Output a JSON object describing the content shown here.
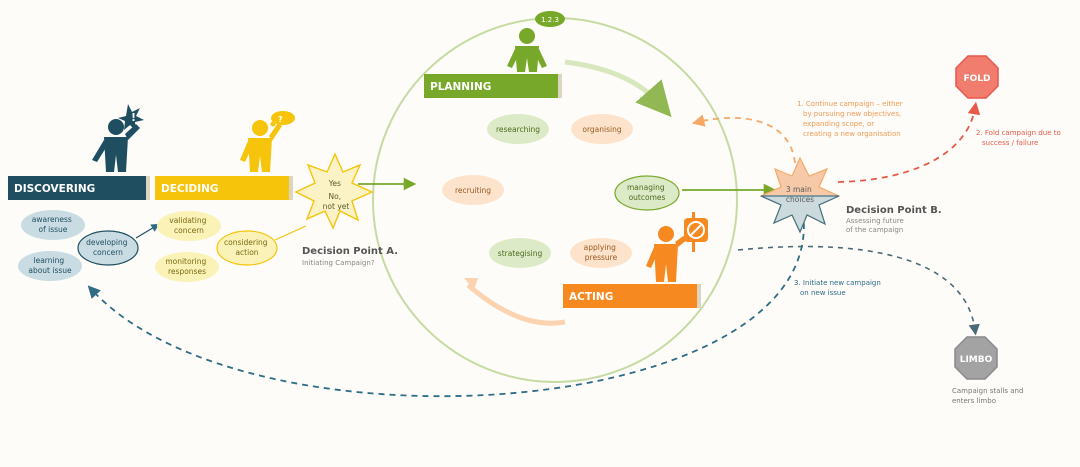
{
  "stages": {
    "discovering": "DISCOVERING",
    "deciding": "DECIDING",
    "planning": "PLANNING",
    "acting": "ACTING"
  },
  "discovering_items": {
    "awareness": [
      "awareness",
      "of issue"
    ],
    "learning": [
      "learning",
      "about issue"
    ],
    "developing": [
      "developing",
      "concern"
    ]
  },
  "deciding_items": {
    "validating": [
      "validating",
      "concern"
    ],
    "monitoring": [
      "monitoring",
      "responses"
    ],
    "considering": [
      "considering",
      "action"
    ]
  },
  "cycle_items": {
    "researching": "researching",
    "organising": "organising",
    "recruiting": "recruiting",
    "managing": [
      "managing",
      "outcomes"
    ],
    "strategising": "strategising",
    "applying": [
      "applying",
      "pressure"
    ]
  },
  "planning_badge": "1.2.3",
  "decision_a": {
    "star_lines": [
      "Yes",
      "No,",
      "not yet"
    ],
    "title": "Decision Point A.",
    "subtitle": "Initiating Campaign?"
  },
  "decision_b": {
    "star_lines": [
      "3 main",
      "choices"
    ],
    "title": "Decision Point B.",
    "subtitle": [
      "Assessing future",
      "of the campaign"
    ]
  },
  "choices": {
    "continue": [
      "1. Continue campaign – either",
      "by pursuing new objectives,",
      "expanding scope, or",
      "creating a new organisation"
    ],
    "fold": [
      "2. Fold campaign due to",
      "success / failure"
    ],
    "new_issue": [
      "3. Initiate new campaign",
      "on new issue"
    ]
  },
  "fold": {
    "label": "FOLD"
  },
  "limbo": {
    "label": "LIMBO",
    "caption": [
      "Campaign stalls and",
      "enters limbo"
    ]
  },
  "colors": {
    "discovering": "#1f4e60",
    "deciding": "#f6c40a",
    "planning": "#78a82a",
    "acting": "#f6891f",
    "fold": "#e7574c",
    "limbo": "#8f8f8f",
    "blue_dash": "#2f6c86",
    "orange_dash": "#f6a965",
    "red_dash": "#e75a4a"
  }
}
